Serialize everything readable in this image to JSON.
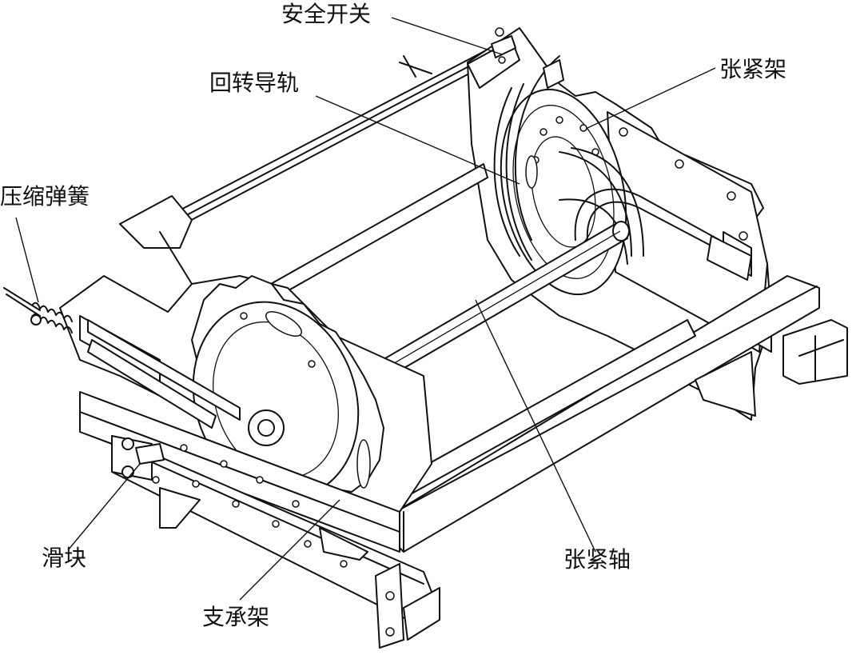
{
  "labels": {
    "safety_switch": "安全开关",
    "rotary_guide": "回转导轨",
    "tension_frame": "张紧架",
    "compression_spring": "压缩弹簧",
    "slider": "滑块",
    "support_frame": "支承架",
    "tension_shaft": "张紧轴"
  },
  "colors": {
    "line": "#111111",
    "background": "#ffffff"
  }
}
